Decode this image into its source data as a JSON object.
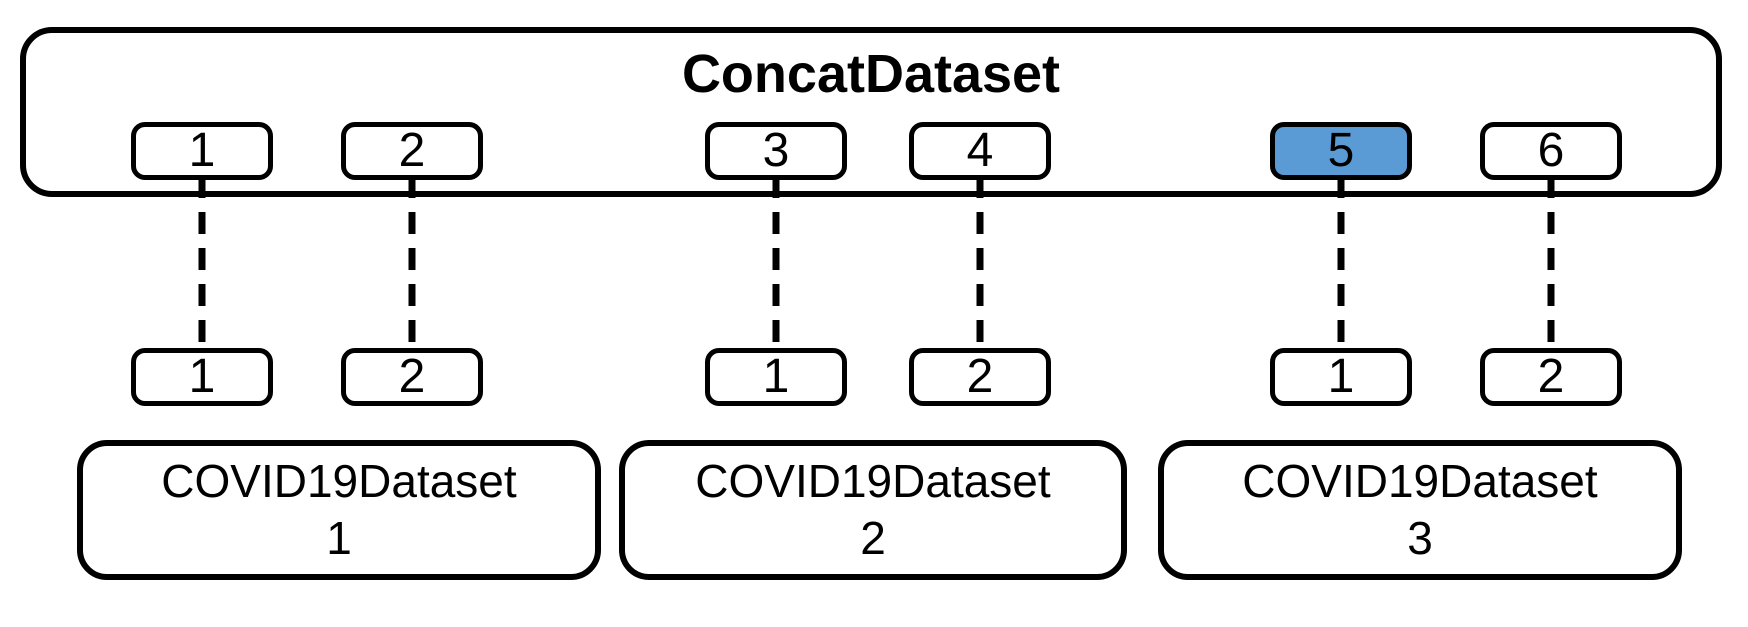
{
  "figure": {
    "title": "ConcatDataset",
    "colors": {
      "highlight": "#5B9BD5",
      "stroke": "#000000",
      "background": "#FFFFFF"
    },
    "concat_boxes": [
      {
        "label": "1",
        "highlighted": false
      },
      {
        "label": "2",
        "highlighted": false
      },
      {
        "label": "3",
        "highlighted": false
      },
      {
        "label": "4",
        "highlighted": false
      },
      {
        "label": "5",
        "highlighted": true
      },
      {
        "label": "6",
        "highlighted": false
      }
    ],
    "dataset_index_boxes": [
      "1",
      "2",
      "1",
      "2",
      "1",
      "2"
    ],
    "datasets": [
      {
        "name": "COVID19Dataset",
        "number": "1"
      },
      {
        "name": "COVID19Dataset",
        "number": "2"
      },
      {
        "name": "COVID19Dataset",
        "number": "3"
      }
    ]
  }
}
